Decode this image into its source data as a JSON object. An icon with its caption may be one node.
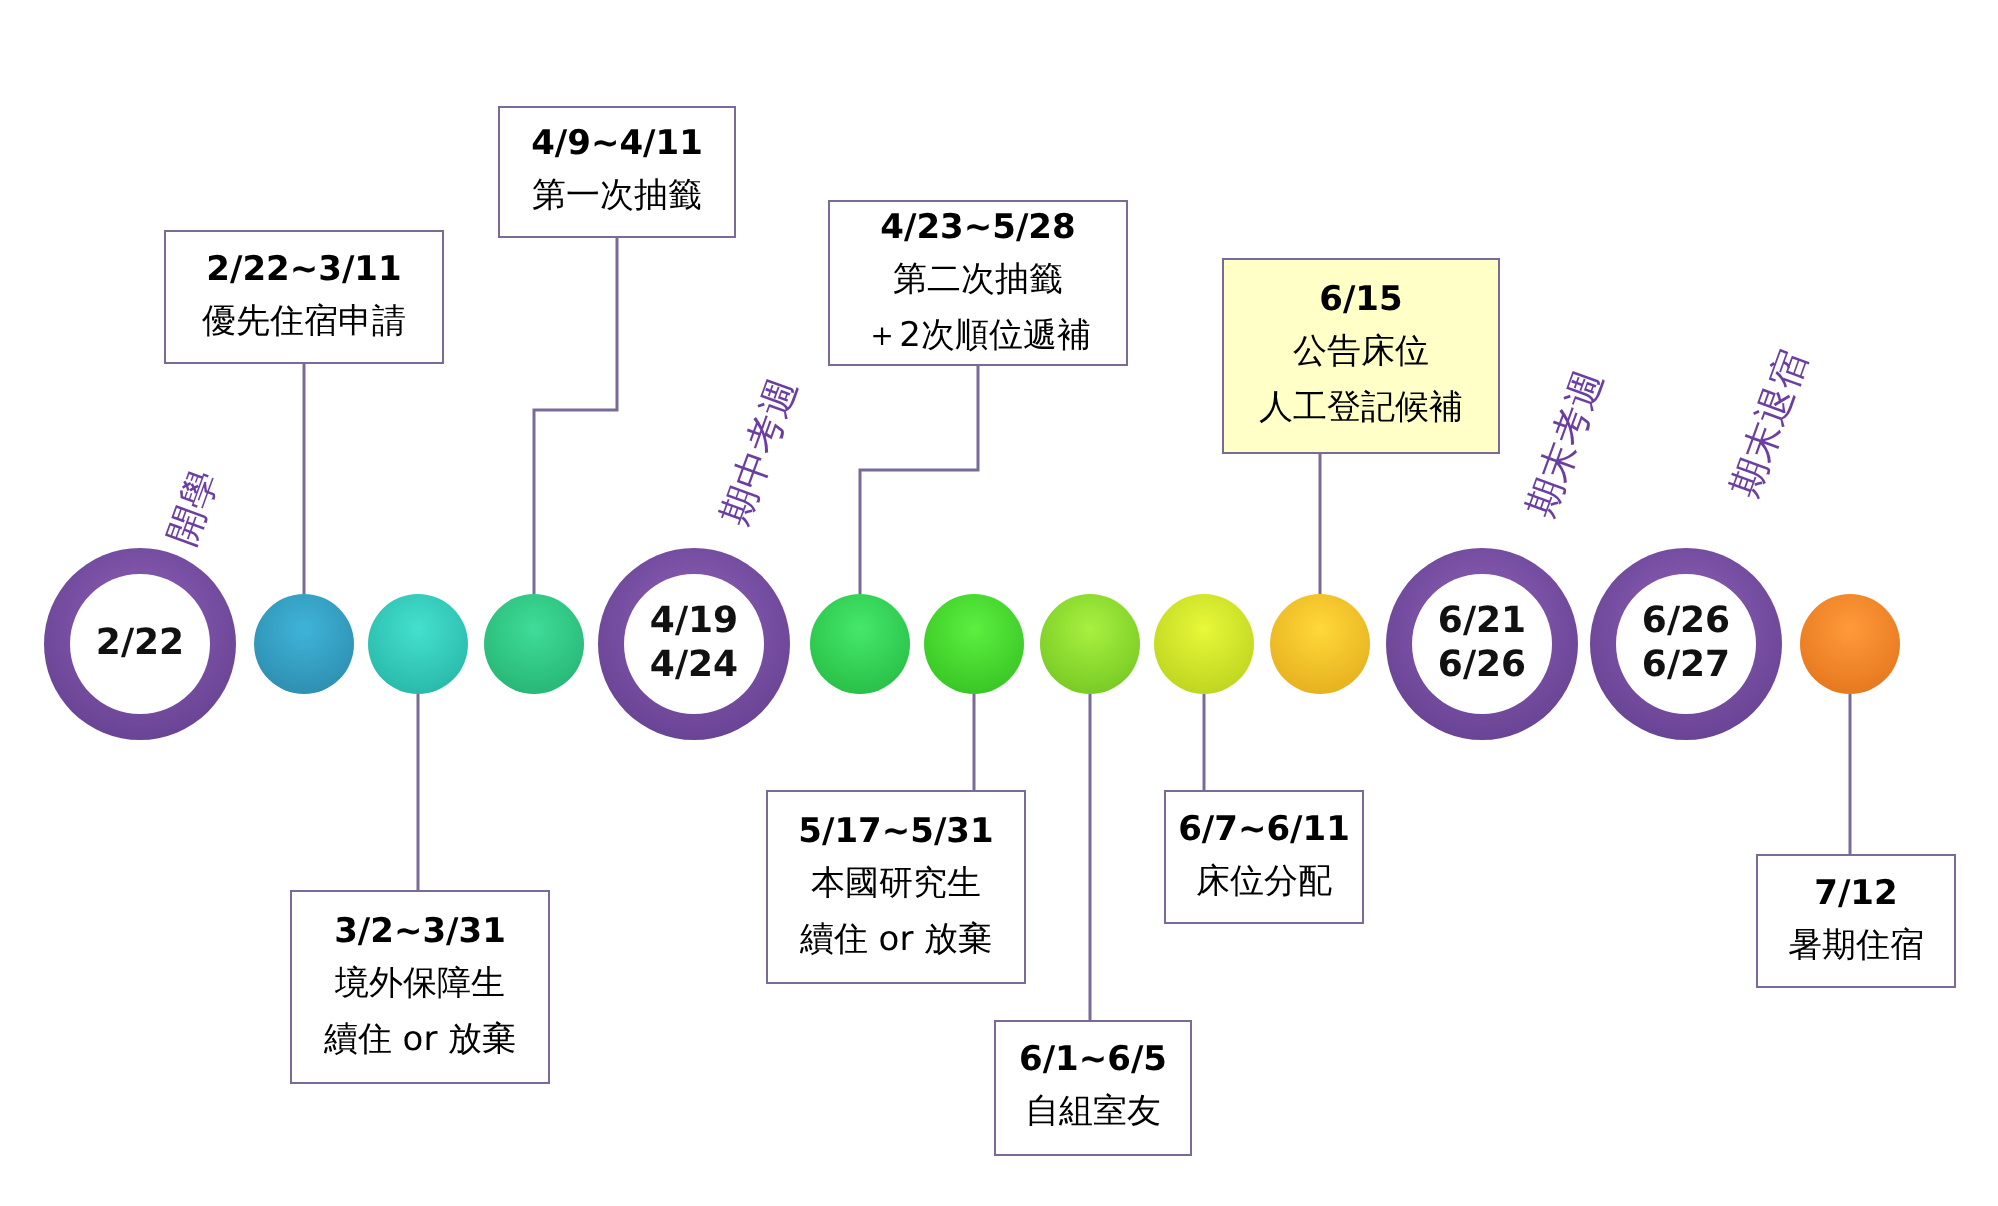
{
  "diagram": {
    "nodes": [
      {
        "text": [
          "2/22"
        ],
        "beside": [
          "開學"
        ]
      },
      {
        "text": [],
        "shape": "circle"
      },
      {
        "text": [],
        "shape": "circle"
      },
      {
        "text": [],
        "shape": "circle"
      },
      {
        "text": [
          "4/19 4/24"
        ],
        "beside": [
          "期中考週"
        ]
      },
      {
        "text": [],
        "shape": "circle"
      },
      {
        "text": [],
        "shape": "circle"
      },
      {
        "text": [],
        "shape": "circle"
      },
      {
        "text": [],
        "shape": "circle"
      },
      {
        "text": [],
        "shape": "circle"
      },
      {
        "text": [
          "6/21 6/26"
        ],
        "beside": [
          "期末考週"
        ]
      },
      {
        "text": [
          "6/26 6/27"
        ],
        "beside": [
          "期末退宿"
        ]
      },
      {
        "text": [],
        "shape": "circle"
      },
      {
        "text": [
          "2/22~3/11",
          "優先住宿申請"
        ]
      },
      {
        "text": [
          "3/2~3/31",
          "境外保障生續住 or 放棄"
        ]
      },
      {
        "text": [
          "4/9~4/11",
          "第一次抽籤"
        ]
      },
      {
        "text": [
          "4/23~5/28",
          "第二次抽籤＋2次順位遞補"
        ]
      },
      {
        "text": [
          "5/17~5/31",
          "本國研究生續住 or 放棄"
        ]
      },
      {
        "text": [
          "6/1~6/5",
          "自組室友"
        ]
      },
      {
        "text": [
          "6/7~6/11",
          "床位分配"
        ]
      },
      {
        "text": [
          "6/15",
          "公告床位人工登記候補"
        ]
      },
      {
        "text": [
          "7/12",
          "暑期住宿"
        ]
      }
    ],
    "edges": [
      {
        "from": 13,
        "to": 1,
        "arrow": "none"
      },
      {
        "from": 14,
        "to": 2,
        "arrow": "none"
      },
      {
        "from": 15,
        "to": 3,
        "arrow": "none"
      },
      {
        "from": 16,
        "to": 5,
        "arrow": "none"
      },
      {
        "from": 17,
        "to": 6,
        "arrow": "none"
      },
      {
        "from": 18,
        "to": 7,
        "arrow": "none"
      },
      {
        "from": 19,
        "to": 8,
        "arrow": "none"
      },
      {
        "from": 20,
        "to": 9,
        "arrow": "none"
      },
      {
        "from": 21,
        "to": 12,
        "arrow": "none"
      }
    ]
  }
}
